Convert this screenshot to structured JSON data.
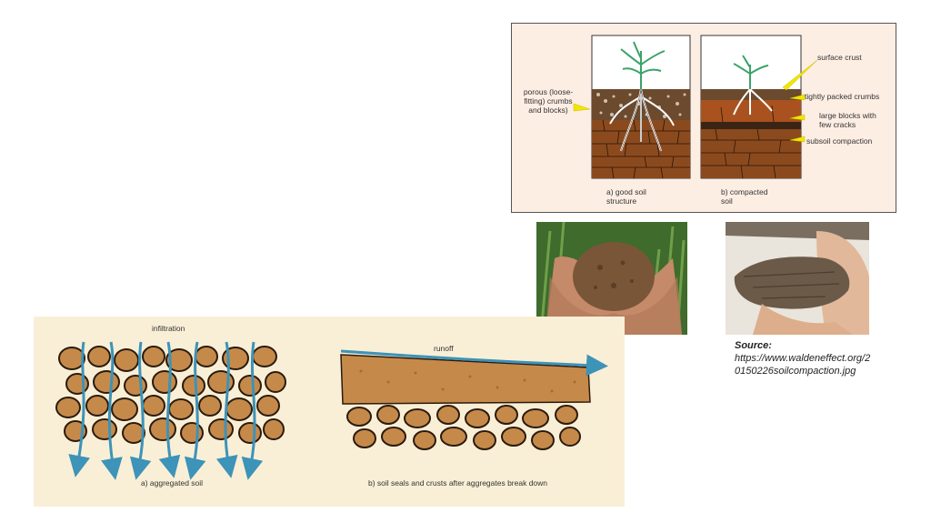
{
  "top_diagram": {
    "panel_a_caption": [
      "a) good soil",
      "structure"
    ],
    "panel_b_caption": [
      "b) compacted",
      "soil"
    ],
    "left_label": [
      "porous (loose-",
      "fitting) crumbs",
      "and blocks)"
    ],
    "right_labels": {
      "surface_crust": "surface crust",
      "tightly_packed": "tightly packed crumbs",
      "large_blocks": [
        "large blocks with",
        "few cracks"
      ],
      "subsoil": "subsoil compaction"
    },
    "colors": {
      "soil": "#8b4a1e",
      "topsoil": "#6b4a2e",
      "plant": "#3aa36a",
      "arrow": "#f2e600"
    }
  },
  "source": {
    "label": "Source:",
    "url_line1": "https://www.waldeneffect.org/2",
    "url_line2": "0150226soilcompaction.jpg"
  },
  "bottom_diagram": {
    "infiltration_label": "infiltration",
    "runoff_label": "runoff",
    "caption_a": "a) aggregated soil",
    "caption_b": "b) soil seals and crusts after aggregates break down",
    "colors": {
      "aggregate": "#c58a4a",
      "water": "#3d93b8",
      "background": "#f9efd6"
    }
  }
}
